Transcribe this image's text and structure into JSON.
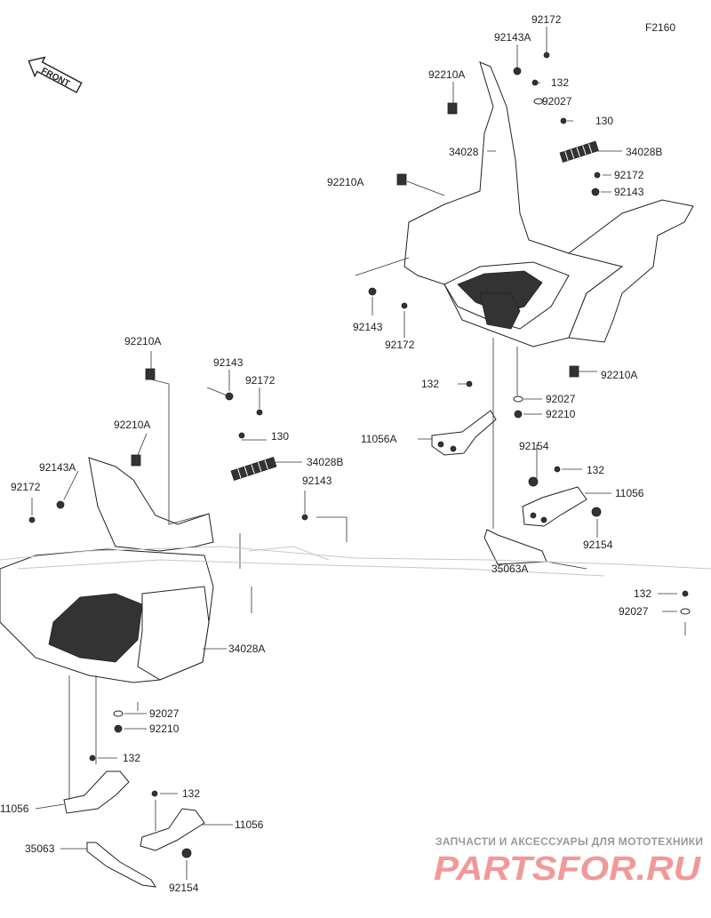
{
  "figure_code": "F2160",
  "front_label": "FRONT",
  "watermark": {
    "tagline": "ЗАПЧАСТИ И АКСЕССУАРЫ ДЛЯ МОТОТЕХНИКИ",
    "logo_text": "PARTSFOR.RU"
  },
  "callouts": {
    "rt_92172": "92172",
    "rt_92143a": "92143A",
    "rt_92210a_top": "92210A",
    "rt_132": "132",
    "rt_92027": "92027",
    "rt_130": "130",
    "rt_34028": "34028",
    "rt_34028b": "34028B",
    "rt_92210a_mid": "92210A",
    "rt_92172_b": "92172",
    "rt_92143_b": "92143",
    "rt_92143_c": "92143",
    "rt_92172_c": "92172",
    "rt_92210a_low": "92210A",
    "rt_132_b": "132",
    "rt_92027_b": "92027",
    "rt_92210": "92210",
    "rt_11056a": "11056A",
    "rt_92154": "92154",
    "rt_132_c": "132",
    "rt_11056": "11056",
    "rt_92154_b": "92154",
    "rt_35063a": "35063A",
    "rt_132_d": "132",
    "rt_92027_c": "92027",
    "lf_92210a": "92210A",
    "lf_92143": "92143",
    "lf_92172": "92172",
    "lf_92210a_b": "92210A",
    "lf_130": "130",
    "lf_34028b": "34028B",
    "lf_92143a": "92143A",
    "lf_92172_b": "92172",
    "lf_92143_b": "92143",
    "lf_34028a": "34028A",
    "lf_92027": "92027",
    "lf_92210": "92210",
    "lf_132": "132",
    "lf_11056": "11056",
    "lf_132_b": "132",
    "lf_11056_b": "11056",
    "lf_35063": "35063",
    "lf_92154": "92154"
  }
}
